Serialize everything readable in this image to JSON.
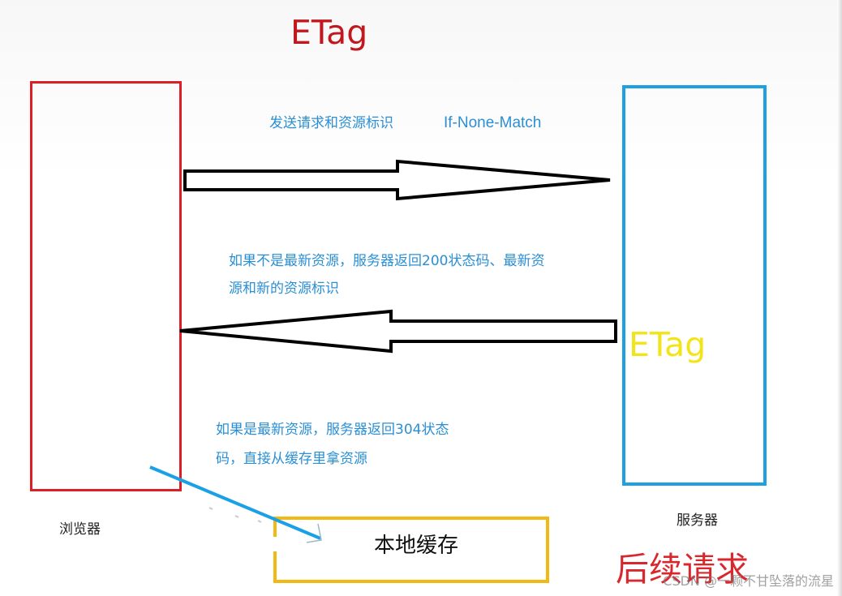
{
  "title": "ETag",
  "browser": {
    "label": "浏览器"
  },
  "server": {
    "label": "服务器",
    "etag_label": "ETag"
  },
  "request": {
    "label": "发送请求和资源标识",
    "header": "If-None-Match"
  },
  "response_new": {
    "line1": "如果不是最新资源，服务器返回200状态码、最新资",
    "line2": "源和新的资源标识"
  },
  "response_cached": {
    "line1": "如果是最新资源，服务器返回304状态",
    "line2": "码，直接从缓存里拿资源"
  },
  "cache": {
    "label": "本地缓存"
  },
  "followup": "后续请求",
  "watermark": "CSDN @一颗不甘坠落的流星",
  "colors": {
    "title": "#c0181e",
    "browser_border": "#dc1e27",
    "server_border": "#1fa0e0",
    "cache_border": "#f2b814",
    "etag_server": "#f3e418",
    "note_text": "#2a8fd4",
    "followup": "#d8282e"
  }
}
